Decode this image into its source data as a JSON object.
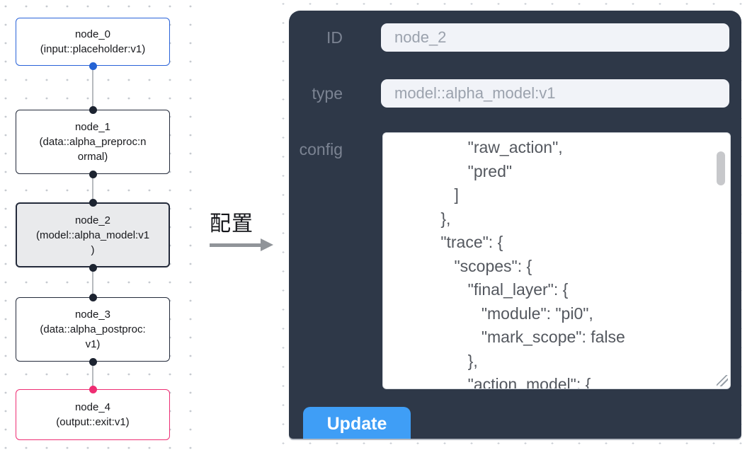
{
  "flow": {
    "nodes": [
      {
        "id": "node_0",
        "label": "node_0\n(input::placeholder:v1)",
        "kind": "input"
      },
      {
        "id": "node_1",
        "label": "node_1\n(data::alpha_preproc:n\normal)",
        "kind": "data"
      },
      {
        "id": "node_2",
        "label": "node_2\n(model::alpha_model:v1\n)",
        "kind": "model",
        "selected": true
      },
      {
        "id": "node_3",
        "label": "node_3\n(data::alpha_postproc:\nv1)",
        "kind": "data"
      },
      {
        "id": "node_4",
        "label": "node_4\n(output::exit:v1)",
        "kind": "output"
      }
    ],
    "colors": {
      "input_node_border": "#2a63d9",
      "default_node_border": "#232a3a",
      "output_node_border": "#ee2e74",
      "selected_node_bg": "#e9eaec",
      "handle_blue": "#2563d4",
      "handle_dark": "#1c2330",
      "handle_pink": "#ee2d72"
    }
  },
  "transition": {
    "label": "配置"
  },
  "panel": {
    "fields": [
      {
        "label": "ID",
        "value": "node_2"
      },
      {
        "label": "type",
        "value": "model::alpha_model:v1"
      }
    ],
    "config": {
      "label": "config",
      "text": "            \"raw_action\",\n            \"pred\"\n         ]\n      },\n      \"trace\": {\n         \"scopes\": {\n            \"final_layer\": {\n               \"module\": \"pi0\",\n               \"mark_scope\": false\n            },\n            \"action_model\": {"
    },
    "update_label": "Update",
    "colors": {
      "panel_bg": "#2e3848",
      "button_bg": "#3f9ef6",
      "input_bg": "#f1f3f8"
    }
  }
}
